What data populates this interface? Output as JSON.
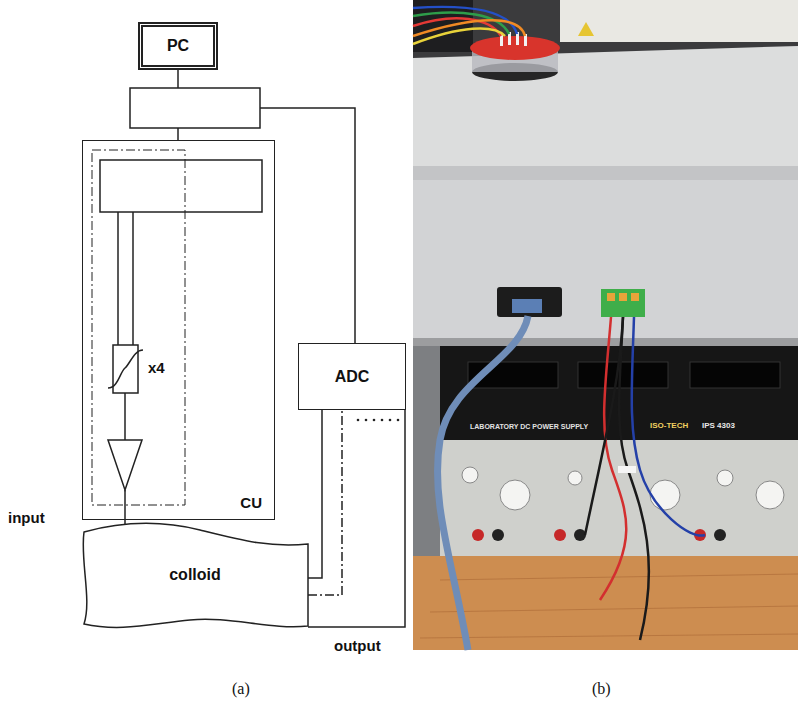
{
  "diagram": {
    "nodes": [
      {
        "text": [
          "PC"
        ]
      },
      {
        "text": [
          "CU"
        ]
      },
      {
        "text": [
          "ADC"
        ]
      },
      {
        "text": [
          "colloid"
        ]
      }
    ],
    "edges": [
      {
        "from": 1,
        "to": 3,
        "label": "input",
        "arrow": "none"
      },
      {
        "from": 3,
        "to": 2,
        "arrow": "none"
      },
      {
        "from": 3,
        "to": 2,
        "arrow": "none"
      },
      {
        "from": 3,
        "to": 2,
        "label": "output",
        "arrow": "none"
      }
    ],
    "labels": [
      "x4",
      "(a)",
      "(b)",
      "LABORATORY DC POWER SUPPLY",
      "ISO-TECH",
      "IPS 4303"
    ]
  }
}
